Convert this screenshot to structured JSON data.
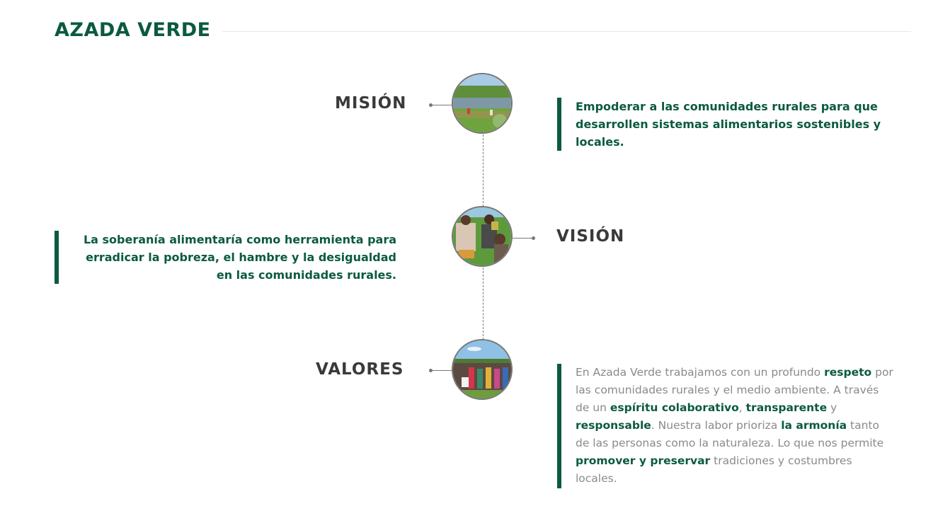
{
  "header": {
    "title": "AZADA VERDE"
  },
  "colors": {
    "brand_green": "#0b5a40",
    "heading_gray": "#3a3a3a",
    "body_gray": "#8a8a8a",
    "connector_gray": "#777777"
  },
  "timeline": {
    "mission": {
      "heading": "MISIÓN",
      "image": "river-farm-photo",
      "text": "Empoderar a las comunidades rurales para que desarrollen sistemas alimentarios sostenibles y locales."
    },
    "vision": {
      "heading": "VISIÓN",
      "image": "family-field-photo",
      "text": "La soberanía alimentaría como herramienta para erradicar la pobreza, el hambre y la desigualdad en las comunidades rurales."
    },
    "values": {
      "heading": "VALORES",
      "image": "community-group-photo",
      "segments": [
        {
          "t": "En Azada Verde trabajamos con un profundo ",
          "b": false
        },
        {
          "t": "respeto",
          "b": true
        },
        {
          "t": " por las comunidades rurales y el medio ambiente. A través de un ",
          "b": false
        },
        {
          "t": "espíritu colaborativo",
          "b": true
        },
        {
          "t": ", ",
          "b": false
        },
        {
          "t": "transparente",
          "b": true
        },
        {
          "t": " y ",
          "b": false
        },
        {
          "t": "responsable",
          "b": true
        },
        {
          "t": ". Nuestra labor prioriza ",
          "b": false
        },
        {
          "t": "la armonía",
          "b": true
        },
        {
          "t": " tanto de las personas como la naturaleza. Lo que nos permite ",
          "b": false
        },
        {
          "t": "promover y preservar",
          "b": true
        },
        {
          "t": " tradiciones y costumbres locales.",
          "b": false
        }
      ]
    }
  }
}
